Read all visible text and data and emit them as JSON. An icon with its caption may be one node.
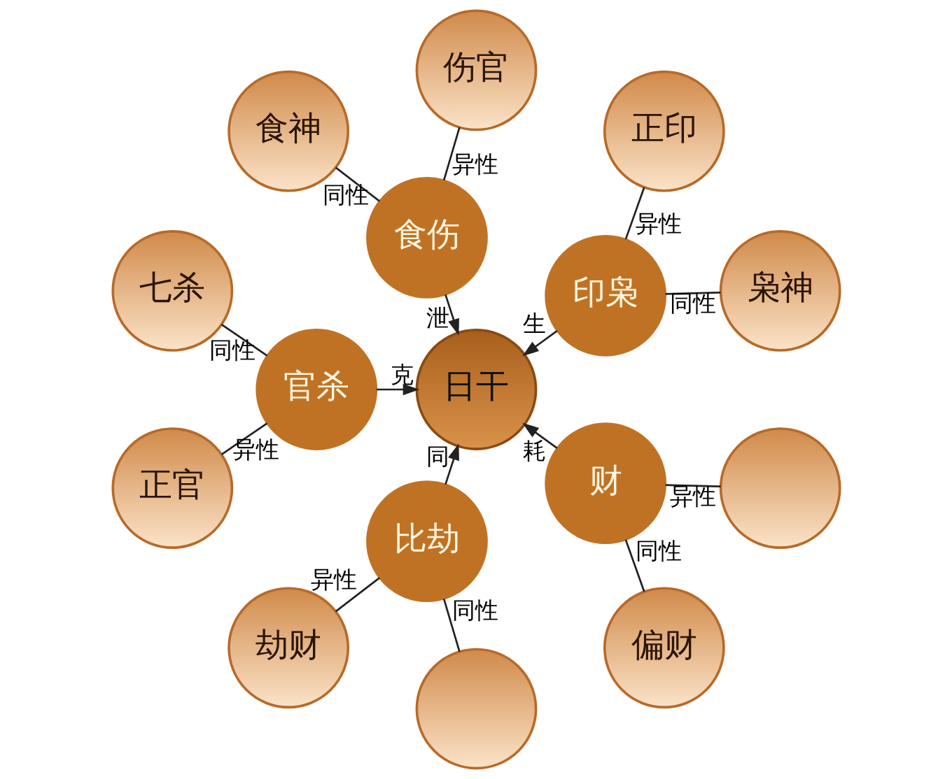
{
  "diagram": {
    "nodes": [
      {
        "text": [
          "日干"
        ]
      },
      {
        "text": [
          "印枭"
        ]
      },
      {
        "text": [
          "枭神"
        ]
      },
      {
        "text": [
          "正印"
        ]
      },
      {
        "text": [
          "食伤"
        ]
      },
      {
        "text": [
          "伤官"
        ]
      },
      {
        "text": [
          "食神"
        ]
      },
      {
        "text": [
          "官杀"
        ]
      },
      {
        "text": [
          "七杀"
        ]
      },
      {
        "text": [
          "正官"
        ]
      },
      {
        "text": [
          "比劫"
        ]
      },
      {
        "text": [
          "劫财"
        ]
      },
      {
        "text": [],
        "shape": "circle"
      },
      {
        "text": [
          "财"
        ]
      },
      {
        "text": [
          "偏财"
        ]
      },
      {
        "text": [],
        "shape": "circle"
      }
    ],
    "edges": [
      {
        "from": 1,
        "to": 0,
        "arrow": "to",
        "label": "生"
      },
      {
        "from": 4,
        "to": 0,
        "arrow": "to",
        "label": "泄"
      },
      {
        "from": 7,
        "to": 0,
        "arrow": "to",
        "label": "克"
      },
      {
        "from": 10,
        "to": 0,
        "arrow": "to",
        "label": "同"
      },
      {
        "from": 13,
        "to": 0,
        "arrow": "to",
        "label": "耗"
      },
      {
        "from": 2,
        "to": 1,
        "arrow": "none",
        "label": "同性"
      },
      {
        "from": 3,
        "to": 1,
        "arrow": "none",
        "label": "异性"
      },
      {
        "from": 5,
        "to": 4,
        "arrow": "none",
        "label": "异性"
      },
      {
        "from": 6,
        "to": 4,
        "arrow": "none",
        "label": "同性"
      },
      {
        "from": 8,
        "to": 7,
        "arrow": "none",
        "label": "同性"
      },
      {
        "from": 9,
        "to": 7,
        "arrow": "none",
        "label": "异性"
      },
      {
        "from": 11,
        "to": 10,
        "arrow": "none",
        "label": "异性"
      },
      {
        "from": 12,
        "to": 10,
        "arrow": "none",
        "label": "同性"
      },
      {
        "from": 14,
        "to": 13,
        "arrow": "none",
        "label": "同性"
      },
      {
        "from": 15,
        "to": 13,
        "arrow": "none",
        "label": "异性"
      }
    ]
  }
}
